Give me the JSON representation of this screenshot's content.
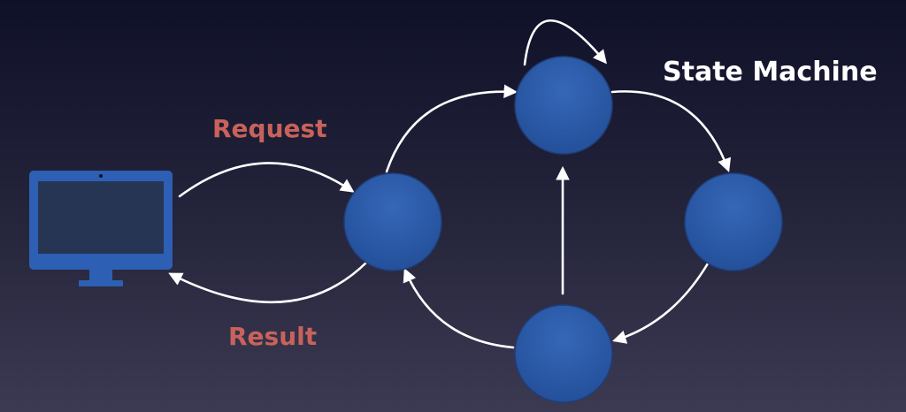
{
  "labels": {
    "request": "Request",
    "result": "Result",
    "title": "State Machine"
  },
  "icons": {
    "client": "desktop-monitor-icon"
  },
  "colors": {
    "background_top": "#0f1128",
    "background_bottom": "#3c3a52",
    "node_fill": "#2b5aa8",
    "monitor_fill": "#2d5fb4",
    "label_accent": "#c8625a",
    "title_text": "#ffffff",
    "arrow": "#ffffff"
  }
}
